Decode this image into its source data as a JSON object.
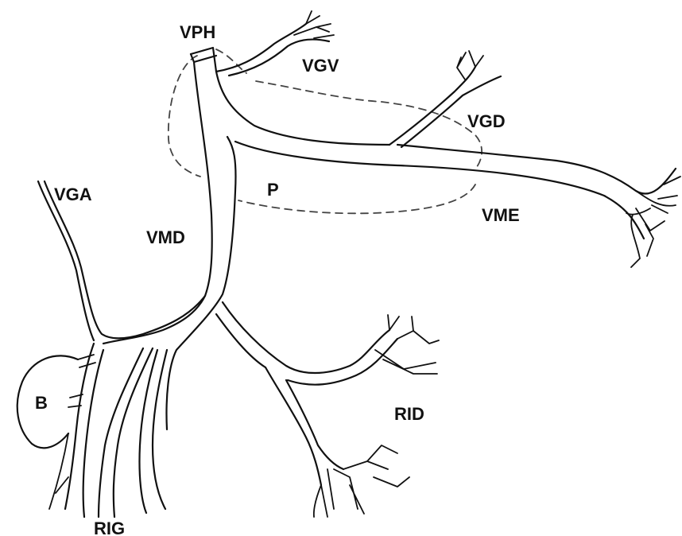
{
  "labels": {
    "vph": "VPH",
    "vgv": "VGV",
    "vgd": "VGD",
    "vga": "VGA",
    "p": "P",
    "vme": "VME",
    "vmd": "VMD",
    "b": "B",
    "rid": "RID",
    "rig": "RIG"
  },
  "colors": {
    "line": "#111111",
    "dashed_outline": "#444444",
    "background": "#ffffff"
  }
}
